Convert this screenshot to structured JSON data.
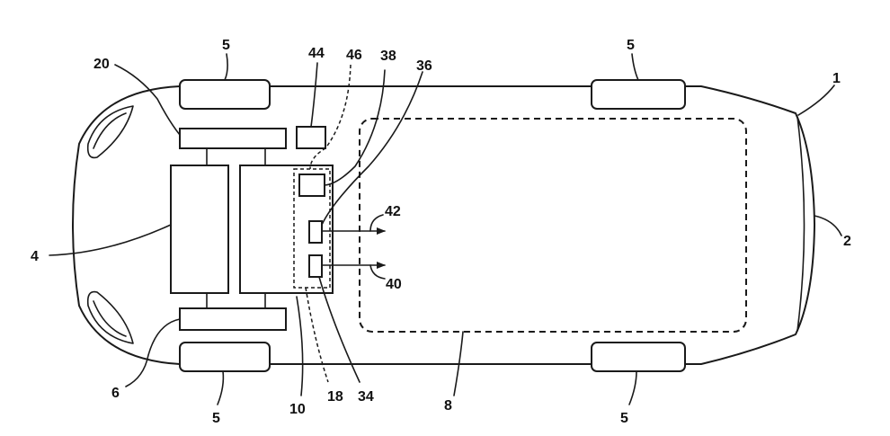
{
  "labels": {
    "vehicle": "1",
    "front_end": "2",
    "engine": "4",
    "wheel_front_left": "5",
    "wheel_rear_left": "5",
    "wheel_front_right": "5",
    "wheel_rear_right": "5",
    "axle_lower": "6",
    "cabin": "8",
    "control_unit": "10",
    "unit_boundary": "18",
    "axle_upper": "20",
    "component_34": "34",
    "component_36": "36",
    "component_38": "38",
    "output_40": "40",
    "output_42": "42",
    "sensor_44": "44",
    "link_46": "46"
  }
}
